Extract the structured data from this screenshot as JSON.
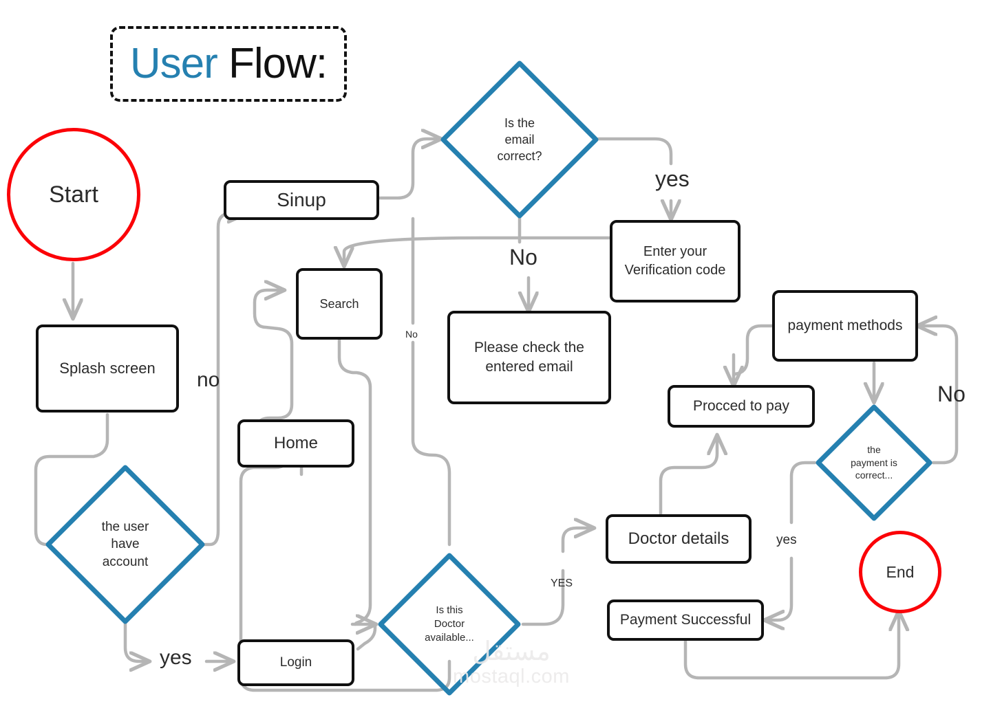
{
  "title": {
    "part1": "User ",
    "part2": "Flow:",
    "color_accent": "#2580b0",
    "color_text": "#111111"
  },
  "palette": {
    "terminator": "#fb0007",
    "decision": "#2580b0",
    "process": "#101010",
    "edge": "#b5b5b5",
    "text": "#2b2b2b"
  },
  "watermark": {
    "arabic": "مستقل",
    "latin": "mostaql.com"
  },
  "chart_data": {
    "type": "diagram",
    "title": "User Flow:",
    "nodes": [
      {
        "id": "start",
        "shape": "terminator",
        "label": "Start"
      },
      {
        "id": "splash",
        "shape": "process",
        "label": "Splash screen"
      },
      {
        "id": "has-account",
        "shape": "decision",
        "label": "the user\nhave\naccount"
      },
      {
        "id": "login",
        "shape": "process",
        "label": "Login"
      },
      {
        "id": "sinup",
        "shape": "process",
        "label": "Sinup"
      },
      {
        "id": "email-correct",
        "shape": "decision",
        "label": "Is the\nemail\ncorrect?"
      },
      {
        "id": "check-email",
        "shape": "process",
        "label": "Please check the\nentered email"
      },
      {
        "id": "verification",
        "shape": "process",
        "label": "Enter your\nVerification code"
      },
      {
        "id": "search",
        "shape": "process",
        "label": "Search"
      },
      {
        "id": "home",
        "shape": "process",
        "label": "Home"
      },
      {
        "id": "doctor-avail",
        "shape": "decision",
        "label": "Is this\nDoctor\navailable..."
      },
      {
        "id": "doctor-det",
        "shape": "process",
        "label": "Doctor details"
      },
      {
        "id": "proceed-pay",
        "shape": "process",
        "label": "Procced to pay"
      },
      {
        "id": "pay-methods",
        "shape": "process",
        "label": "payment methods"
      },
      {
        "id": "pay-correct",
        "shape": "decision",
        "label": "the\npayment is\ncorrect..."
      },
      {
        "id": "pay-success",
        "shape": "process",
        "label": "Payment Successful"
      },
      {
        "id": "end",
        "shape": "terminator",
        "label": "End"
      }
    ],
    "edges": [
      {
        "from": "start",
        "to": "splash",
        "label": ""
      },
      {
        "from": "splash",
        "to": "has-account",
        "label": ""
      },
      {
        "from": "has-account",
        "to": "login",
        "label": "yes"
      },
      {
        "from": "has-account",
        "to": "sinup",
        "label": "no"
      },
      {
        "from": "sinup",
        "to": "email-correct",
        "label": ""
      },
      {
        "from": "email-correct",
        "to": "check-email",
        "label": "No"
      },
      {
        "from": "email-correct",
        "to": "verification",
        "label": "yes"
      },
      {
        "from": "verification",
        "to": "search",
        "label": ""
      },
      {
        "from": "verification",
        "to": "doctor-avail",
        "label": "No"
      },
      {
        "from": "login",
        "to": "doctor-avail",
        "label": ""
      },
      {
        "from": "home",
        "to": "search",
        "label": ""
      },
      {
        "from": "search",
        "to": "doctor-avail",
        "label": ""
      },
      {
        "from": "doctor-avail",
        "to": "home",
        "label": ""
      },
      {
        "from": "doctor-avail",
        "to": "doctor-det",
        "label": "YES"
      },
      {
        "from": "doctor-det",
        "to": "proceed-pay",
        "label": ""
      },
      {
        "from": "proceed-pay",
        "to": "pay-methods",
        "label": ""
      },
      {
        "from": "pay-methods",
        "to": "pay-correct",
        "label": ""
      },
      {
        "from": "pay-correct",
        "to": "pay-methods",
        "label": "No"
      },
      {
        "from": "pay-correct",
        "to": "pay-success",
        "label": "yes"
      },
      {
        "from": "pay-success",
        "to": "end",
        "label": ""
      }
    ]
  },
  "nodes": {
    "start": {
      "label": "Start"
    },
    "splash": {
      "label": "Splash screen"
    },
    "has_account": {
      "l1": "the user",
      "l2": "have",
      "l3": "account"
    },
    "login": {
      "label": "Login"
    },
    "sinup": {
      "label": "Sinup"
    },
    "email_correct": {
      "l1": "Is the",
      "l2": "email",
      "l3": "correct?"
    },
    "check_email": {
      "l1": "Please check the",
      "l2": "entered email"
    },
    "verification": {
      "l1": "Enter your",
      "l2": "Verification code"
    },
    "search": {
      "label": "Search"
    },
    "home": {
      "label": "Home"
    },
    "doctor_avail": {
      "l1": "Is this",
      "l2": "Doctor",
      "l3": "available..."
    },
    "doctor_details": {
      "label": "Doctor details"
    },
    "proceed_pay": {
      "label": "Procced to pay"
    },
    "pay_methods": {
      "label": "payment methods"
    },
    "pay_correct": {
      "l1": "the",
      "l2": "payment is",
      "l3": "correct..."
    },
    "pay_success": {
      "label": "Payment Successful"
    },
    "end": {
      "label": "End"
    }
  },
  "edge_labels": {
    "no_signup": "no",
    "yes_login": "yes",
    "no_email": "No",
    "yes_email": "yes",
    "no_search": "No",
    "yes_doctor": "YES",
    "no_payment": "No",
    "yes_payment": "yes"
  }
}
